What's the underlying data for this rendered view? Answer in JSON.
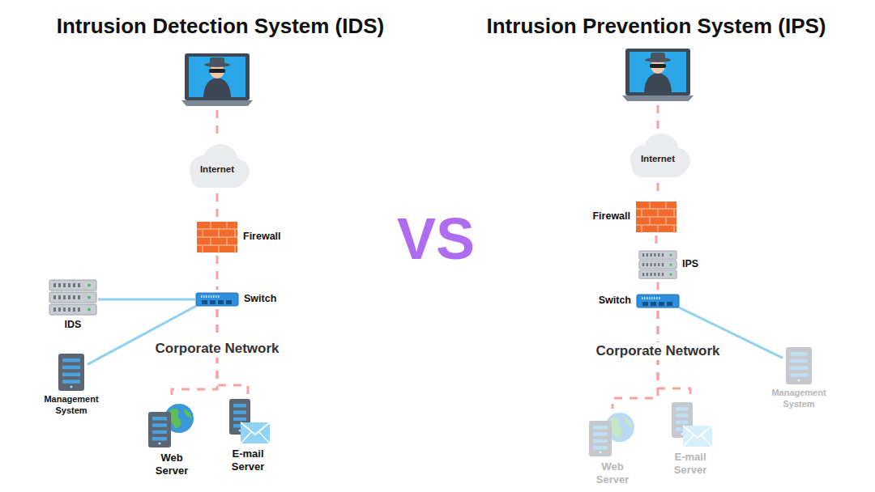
{
  "diagram": {
    "nodes": [
      {
        "text": [
          "Internet"
        ]
      },
      {
        "text": [
          "Firewall"
        ]
      },
      {
        "text": [
          "Switch"
        ]
      },
      {
        "text": [
          "IDS"
        ]
      },
      {
        "text": [
          "Management System"
        ]
      },
      {
        "text": [
          "Web Server"
        ]
      },
      {
        "text": [
          "E-mail Server"
        ]
      },
      {
        "text": [
          "Internet"
        ]
      },
      {
        "text": [
          "Firewall"
        ]
      },
      {
        "text": [
          "IPS"
        ]
      },
      {
        "text": [
          "Switch"
        ]
      },
      {
        "text": [
          "Management System"
        ]
      },
      {
        "text": [
          "Web Server"
        ]
      },
      {
        "text": [
          "E-mail Server"
        ]
      }
    ],
    "edges": [
      {
        "from": 0,
        "to": 1,
        "arrow": "none"
      },
      {
        "from": 1,
        "to": 2,
        "arrow": "none"
      },
      {
        "from": 2,
        "to": 3,
        "arrow": "none"
      },
      {
        "from": 2,
        "to": 4,
        "arrow": "none"
      },
      {
        "from": 2,
        "to": 5,
        "arrow": "none"
      },
      {
        "from": 2,
        "to": 6,
        "arrow": "none"
      },
      {
        "from": 7,
        "to": 8,
        "arrow": "none"
      },
      {
        "from": 8,
        "to": 9,
        "arrow": "none"
      },
      {
        "from": 9,
        "to": 10,
        "arrow": "none"
      },
      {
        "from": 10,
        "to": 11,
        "arrow": "none"
      },
      {
        "from": 10,
        "to": 12,
        "arrow": "none"
      },
      {
        "from": 10,
        "to": 13,
        "arrow": "none"
      }
    ],
    "labels": [
      "Intrusion Detection System (IDS)",
      "VS",
      "Intrusion Prevention System (IPS)",
      "Corporate Network",
      "Corporate Network"
    ]
  }
}
